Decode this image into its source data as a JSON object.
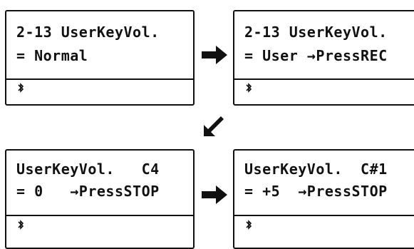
{
  "screens": [
    {
      "line1": "2-13 UserKeyVol.",
      "line2": "= Normal"
    },
    {
      "line1": "2-13 UserKeyVol.",
      "line2": "= User →PressREC"
    },
    {
      "line1": "UserKeyVol.   C4",
      "line2": "= 0   →PressSTOP"
    },
    {
      "line1": "UserKeyVol.  C#1",
      "line2": "= +5  →PressSTOP"
    }
  ],
  "icons": {
    "status": "bluetooth-icon",
    "next_right": "arrow-right-icon",
    "next_down_left": "arrow-down-left-icon"
  }
}
